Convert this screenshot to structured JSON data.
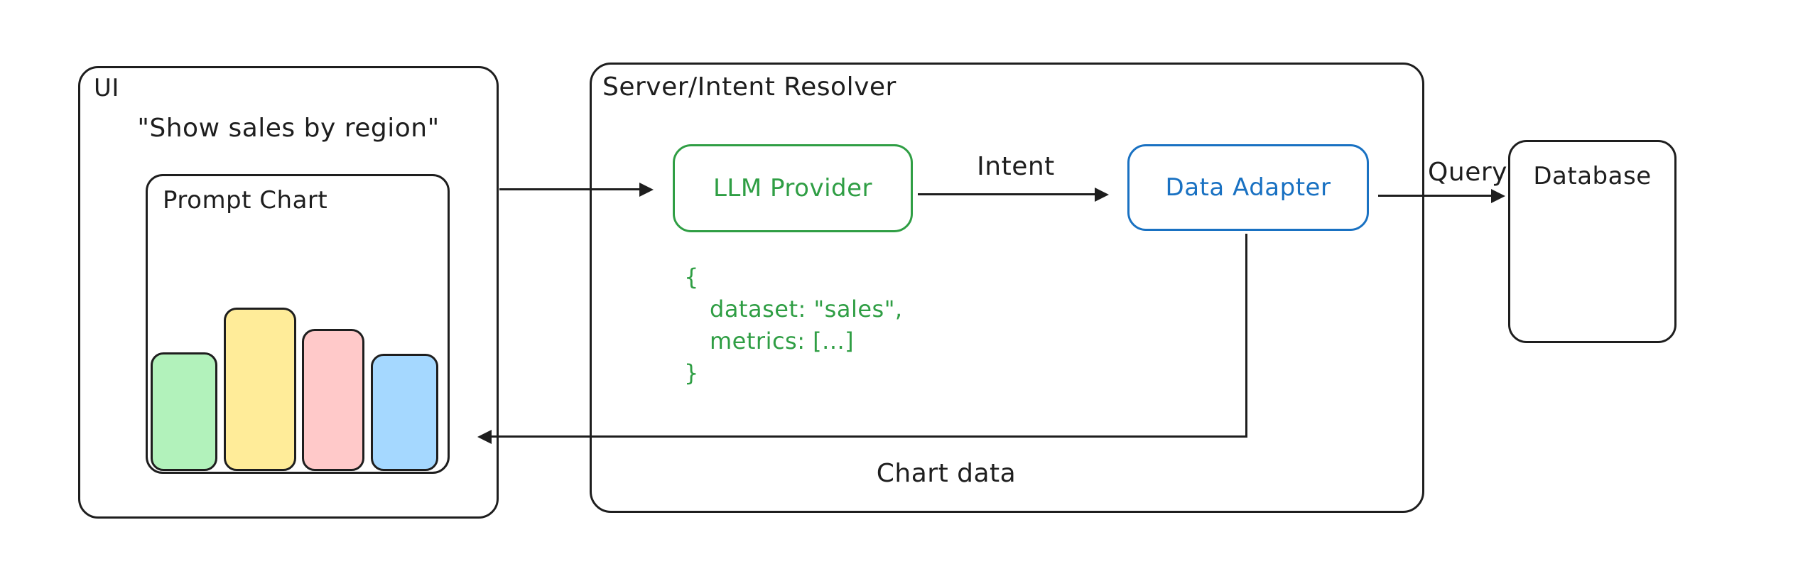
{
  "diagram": {
    "ui_panel": {
      "label": "UI",
      "prompt_text": "\"Show sales by region\"",
      "chart_card_label": "Prompt Chart"
    },
    "server_panel": {
      "label": "Server/Intent Resolver",
      "llm_box_label": "LLM Provider",
      "adapter_box_label": "Data Adapter",
      "json_snippet": {
        "line1": "{",
        "line2": "dataset: \"sales\",",
        "line3": "metrics: [...]",
        "line4": "}"
      },
      "chart_data_arrow_label": "Chart data"
    },
    "database_label": "Database",
    "arrow_labels": {
      "intent": "Intent",
      "query": "Query"
    }
  },
  "colors": {
    "ink": "#1e1e1e",
    "green_accent": "#2f9e44",
    "blue_accent": "#1971c2",
    "bar_green": "#b2f2bb",
    "bar_yellow": "#ffec99",
    "bar_pink": "#ffc9c9",
    "bar_blue": "#a5d8ff",
    "background": "#ffffff"
  },
  "chart_data": {
    "type": "bar",
    "context": "decorative thumbnail bar chart inside Prompt Chart card (no axes or labels shown)",
    "categories": [
      "bar-1",
      "bar-2",
      "bar-3",
      "bar-4"
    ],
    "values": [
      167,
      230,
      200,
      165
    ],
    "units": "px-height",
    "colors": [
      "#b2f2bb",
      "#ffec99",
      "#ffc9c9",
      "#a5d8ff"
    ],
    "bar_lefts": [
      7,
      110,
      220,
      317
    ],
    "bar_widths": [
      94,
      102,
      88,
      95
    ]
  }
}
